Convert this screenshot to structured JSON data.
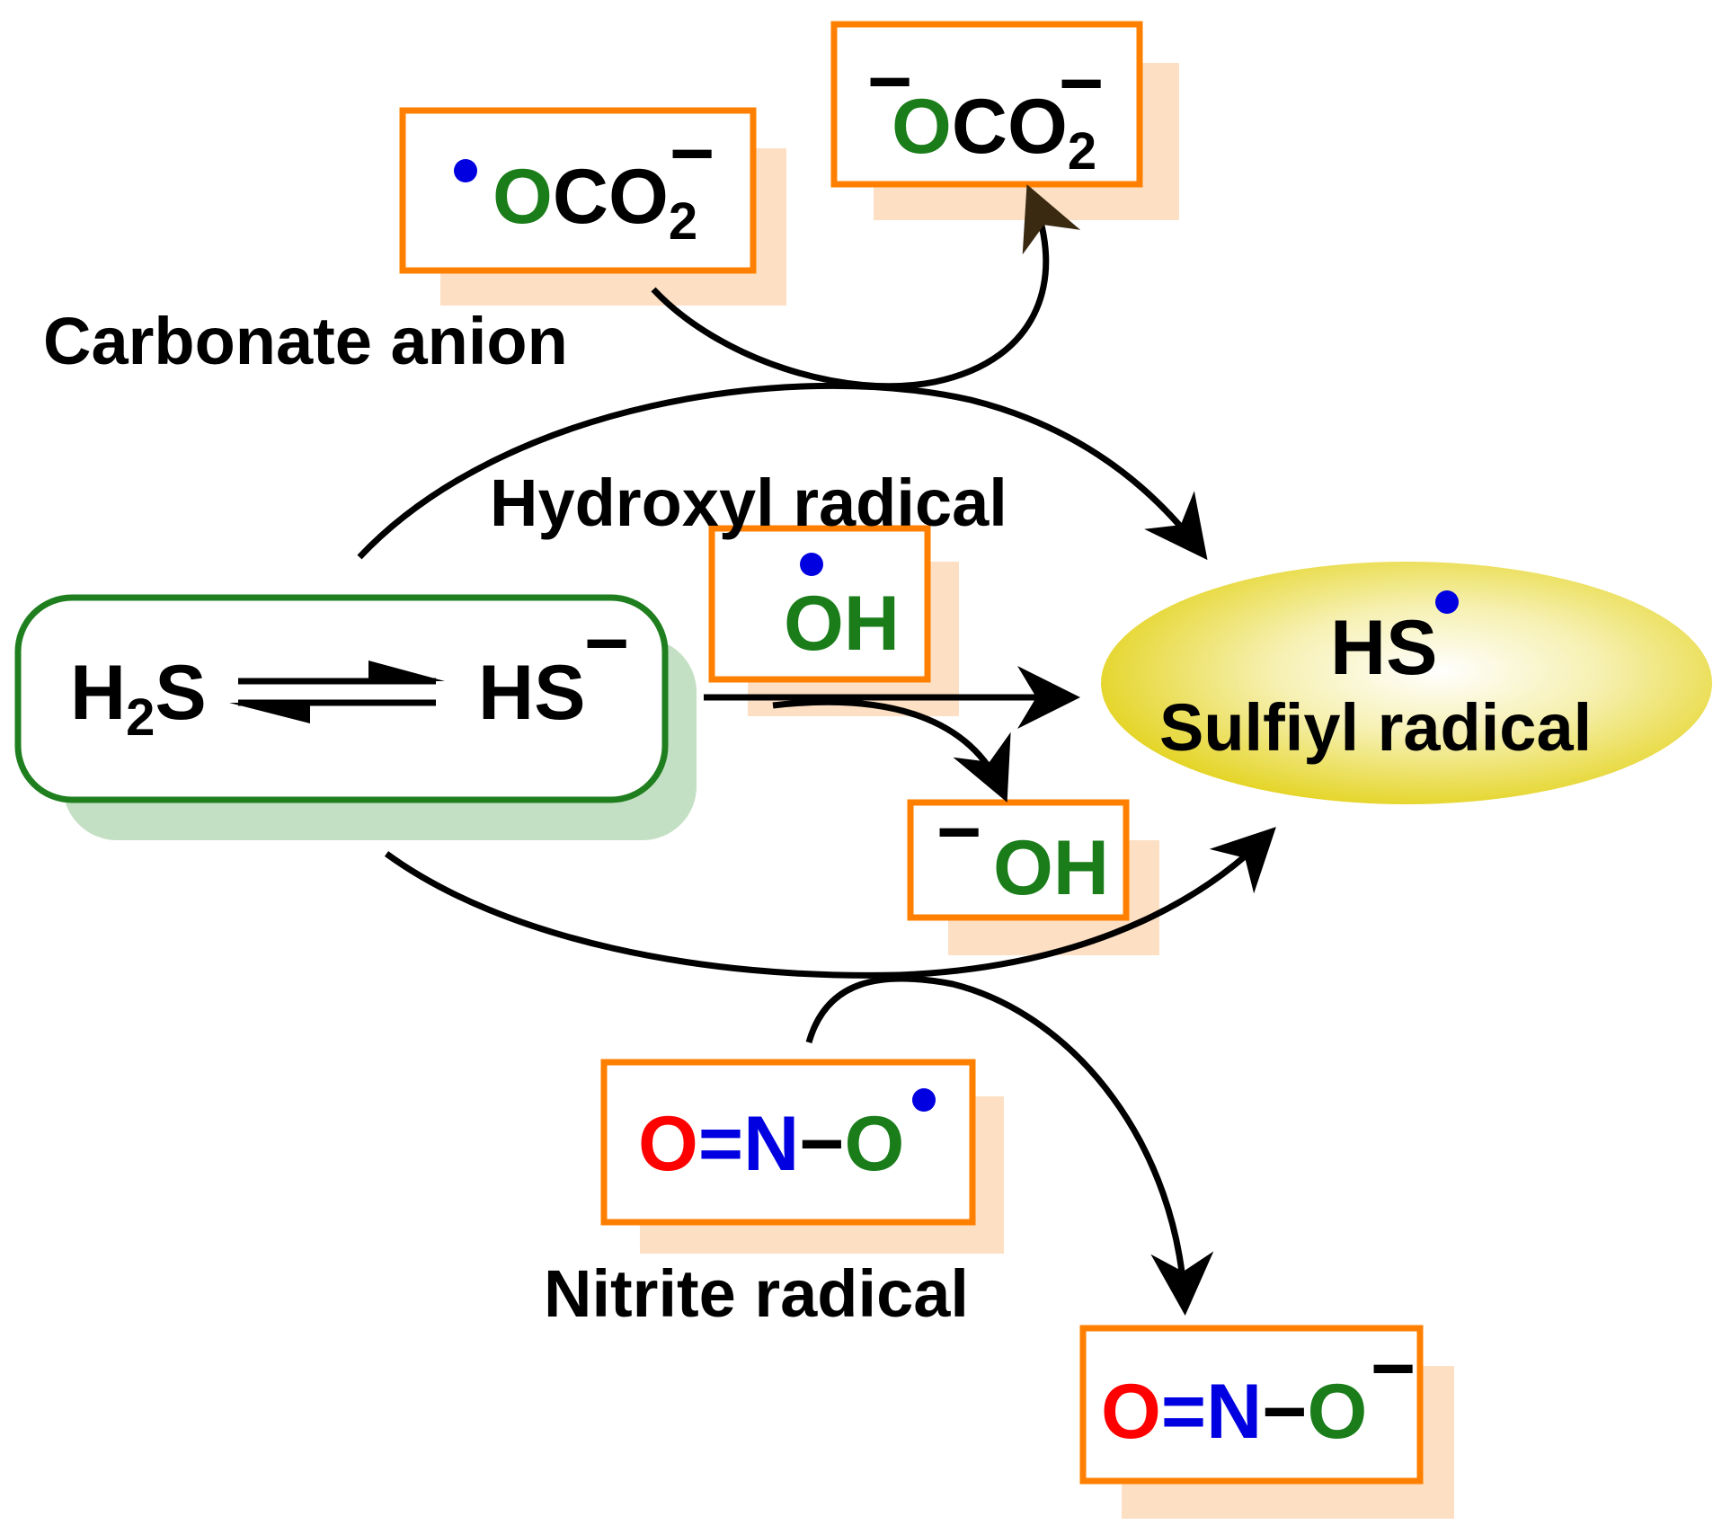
{
  "diagram": {
    "equilibrium": {
      "left_main": "H",
      "left_sub": "2",
      "left_tail": "S",
      "right_main": "HS",
      "right_charge": "−"
    },
    "product": {
      "formula": "HS",
      "label": "Sulfiyl radical"
    },
    "labels": {
      "carbonate": "Carbonate anion",
      "hydroxyl": "Hydroxyl radical",
      "nitrite": "Nitrite radical"
    },
    "species": {
      "carbonate_radical": {
        "o": "O",
        "rest": "CO",
        "sub": "2",
        "charge": "−"
      },
      "carbonate_anion": {
        "charge_left": "−",
        "o": "O",
        "rest": "CO",
        "sub": "2",
        "charge": "−"
      },
      "hydroxyl_radical": {
        "text": "OH"
      },
      "hydroxide": {
        "charge": "−",
        "text": "OH"
      },
      "nitrite_radical": {
        "o1": "O",
        "eq": "=",
        "n": "N",
        "dash": "−",
        "o2": "O"
      },
      "nitrite_anion": {
        "o1": "O",
        "eq": "=",
        "n": "N",
        "dash": "−",
        "o2": "O",
        "charge": "−"
      }
    },
    "colors": {
      "box_border": "#ff8000",
      "box_shadow": "#fde0c4",
      "green": "#1a7d1a",
      "blue": "#0000e0",
      "red": "#ff0000",
      "green_box_border": "#1f7f1f",
      "green_box_shadow": "#c4e0c4",
      "ellipse_fill": "#e8d820"
    }
  }
}
